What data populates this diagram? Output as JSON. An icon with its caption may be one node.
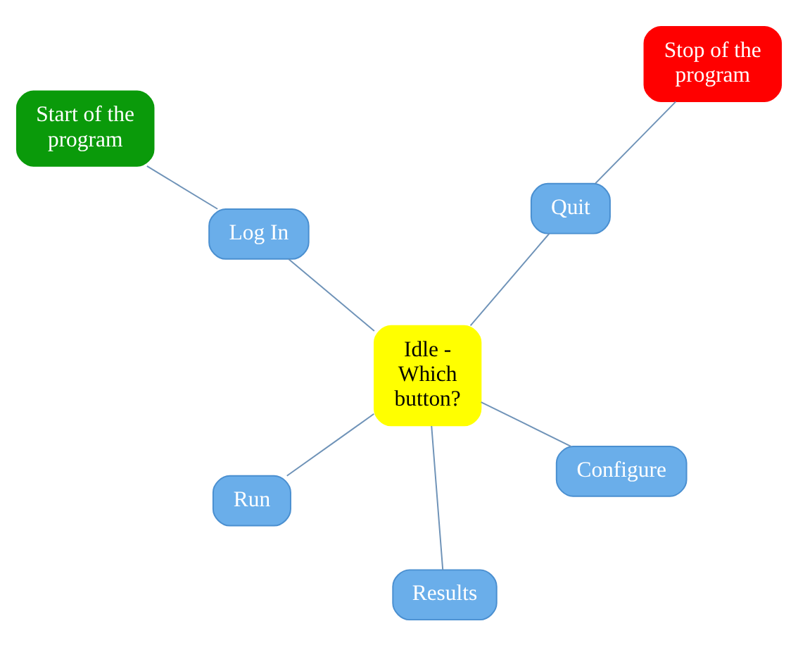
{
  "diagram": {
    "nodes": [
      {
        "text": [
          "Start of the program"
        ]
      },
      {
        "text": [
          "Log In"
        ]
      },
      {
        "text": [
          "Idle - Which button?"
        ]
      },
      {
        "text": [
          "Stop of the program"
        ]
      },
      {
        "text": [
          "Quit"
        ]
      },
      {
        "text": [
          "Run"
        ]
      },
      {
        "text": [
          "Results"
        ]
      },
      {
        "text": [
          "Configure"
        ]
      }
    ],
    "edges": [
      {
        "from": 0,
        "to": 1,
        "arrow": "none"
      },
      {
        "from": 1,
        "to": 2,
        "arrow": "none"
      },
      {
        "from": 3,
        "to": 4,
        "arrow": "none"
      },
      {
        "from": 4,
        "to": 2,
        "arrow": "none"
      },
      {
        "from": 2,
        "to": 5,
        "arrow": "none"
      },
      {
        "from": 2,
        "to": 6,
        "arrow": "none"
      },
      {
        "from": 2,
        "to": 7,
        "arrow": "none"
      }
    ]
  }
}
